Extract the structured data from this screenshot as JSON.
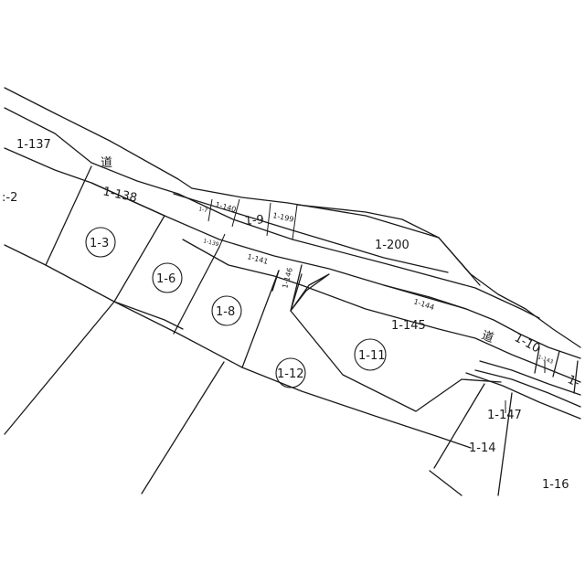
{
  "parcels": {
    "p1_137": "1-137",
    "p1_2": ":-2",
    "p1_138": "1-138",
    "p1_3": "1-3",
    "p1_6": "1-6",
    "p1_8": "1-8",
    "p1_12": "1-12",
    "p1_11": "1-11",
    "p1_7": "1-7",
    "p1_140": "1-140",
    "p1_9": "1-9",
    "p1_199": "1-199",
    "p1_200": "1-200",
    "p1_139": "1-139",
    "p1_141": "1-141",
    "p1_146": "1-146",
    "p1_144": "1-144",
    "p1_145": "1-145",
    "p1_10": "1-10",
    "p1_143": "1-143",
    "p1_1": "1-",
    "p1_147": "1-147",
    "p1_14": "1-14",
    "p1_16": "1-16"
  },
  "roads": {
    "road_upper": "道",
    "road_lower": "道"
  }
}
